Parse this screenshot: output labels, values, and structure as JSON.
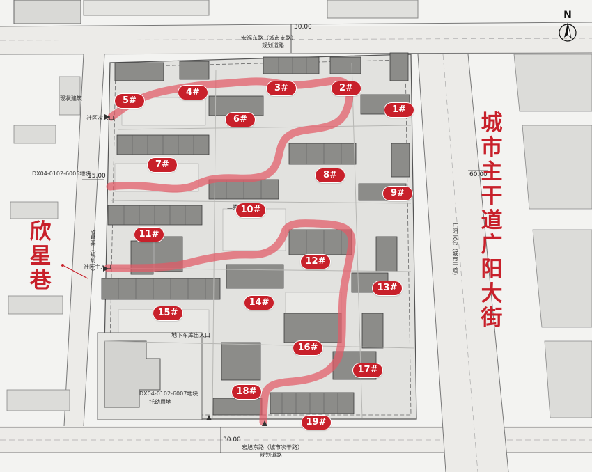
{
  "north_label": "N",
  "roads": {
    "north_name": "宏福东路（城市支路）",
    "north_sub": "规划道路",
    "north_width": "30.00",
    "south_name": "宏旭东路（城市次干路）",
    "south_sub": "规划道路",
    "south_width": "30.00",
    "east_width": "60.00",
    "west_width": "15.00",
    "west_road_label": "欣星巷（规划中）",
    "east_road_label": "广阳大街（城市干道）"
  },
  "plots": {
    "main_parcel": "DX04-0102-6005地块",
    "main_use": "二类居住用地",
    "south_parcel": "DX04-0102-6007地块",
    "south_use": "托幼用地"
  },
  "callouts": {
    "west_street": "欣星巷",
    "east_street": "城市主干道广阳大街"
  },
  "small_labels": {
    "entrance_main": "社区主入口",
    "entrance_secondary": "社区次入口",
    "existing_building": "现状建筑",
    "underground_entrance": "地下车库出入口"
  },
  "buildings": [
    "1#",
    "2#",
    "3#",
    "4#",
    "5#",
    "6#",
    "7#",
    "8#",
    "9#",
    "10#",
    "11#",
    "12#",
    "13#",
    "14#",
    "15#",
    "16#",
    "17#",
    "18#",
    "19#"
  ]
}
